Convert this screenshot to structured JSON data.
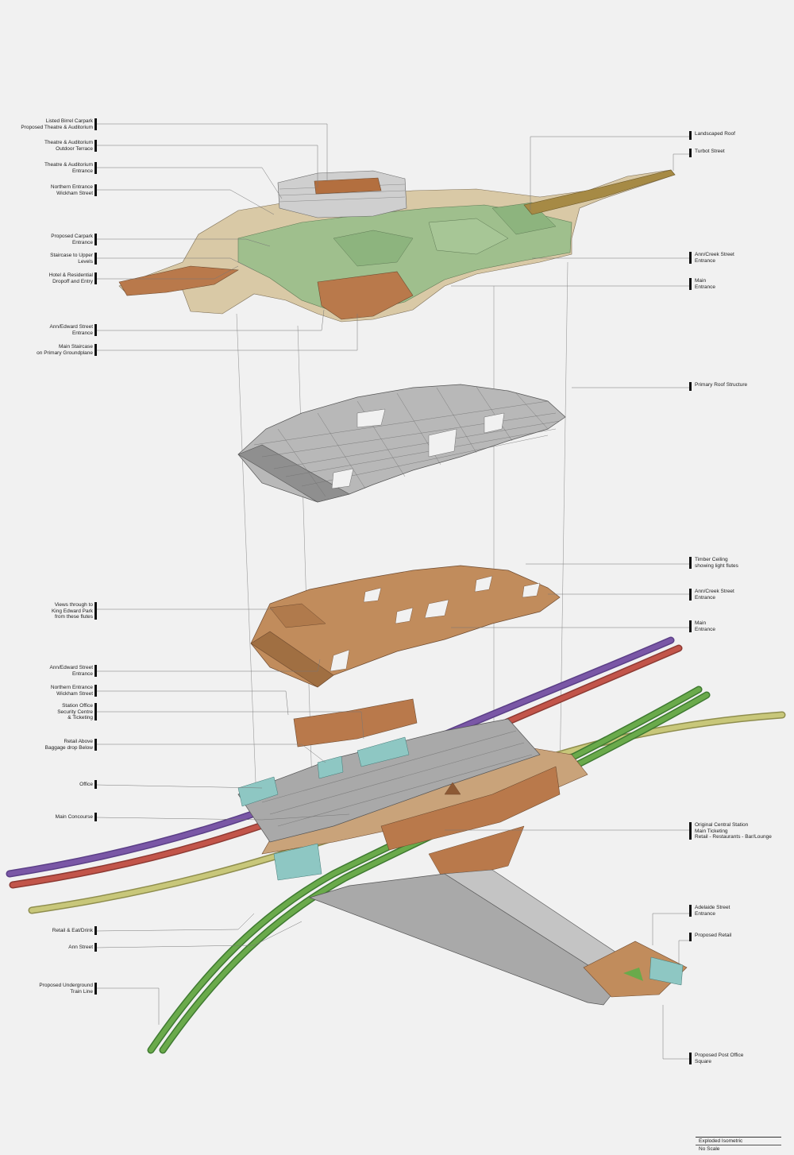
{
  "labels": {
    "birrel_carpark": [
      "Listed Birrel Carpark",
      "Proposed Theatre & Auditorium"
    ],
    "outdoor_terrace": [
      "Theatre & Auditorium",
      "Outdoor Terrace"
    ],
    "theatre_entrance": [
      "Theatre & Auditorium",
      "Entrance"
    ],
    "northern_entrance_top": [
      "Northern Entrance",
      "Wickham Street"
    ],
    "carpark_entrance": [
      "Proposed Carpark",
      "Entrance"
    ],
    "staircase_upper": [
      "Staircase to Upper",
      "Levels"
    ],
    "hotel_dropoff": [
      "Hotel & Residential",
      "Dropoff and Entry"
    ],
    "ann_edward_top": [
      "Ann/Edward Street",
      "Entrance"
    ],
    "main_staircase": [
      "Main Staircase",
      "on Primary Groundplane"
    ],
    "landscaped_roof": [
      "Landscaped Roof"
    ],
    "turbot_street": [
      "Turbot Street"
    ],
    "ann_creek_top": [
      "Ann/Creek Street",
      "Entrance"
    ],
    "main_entrance_top": [
      "Main",
      "Entrance"
    ],
    "primary_roof": [
      "Primary Roof Structure"
    ],
    "timber_ceiling": [
      "Timber Ceiling",
      "showing light flutes"
    ],
    "ann_creek_mid": [
      "Ann/Creek Street",
      "Entrance"
    ],
    "main_entrance_mid": [
      "Main",
      "Entrance"
    ],
    "views_through": [
      "Views through to",
      "King Edward Park",
      "from these flutes"
    ],
    "ann_edward_low": [
      "Ann/Edward Street",
      "Entrance"
    ],
    "northern_entrance_low": [
      "Northern Entrance",
      "Wickham Street"
    ],
    "station_office": [
      "Station Office",
      "Security Centre",
      "& Ticketing"
    ],
    "retail_above": [
      "Retail Above",
      "Baggage drop Below"
    ],
    "office": [
      "Office"
    ],
    "main_concourse": [
      "Main Concourse"
    ],
    "original_station": [
      "Original Central Station",
      "Main Ticketing",
      "Retail - Restaurants - Bar/Lounge"
    ],
    "adelaide_street": [
      "Adelaide Street",
      "Entrance"
    ],
    "proposed_retail": [
      "Proposed Retail"
    ],
    "retail_eat": [
      "Retail &  Eat/Drink"
    ],
    "ann_street": [
      "Ann Street"
    ],
    "underground_line": [
      "Proposed Underground",
      "Train Line"
    ],
    "post_office": [
      "Proposed Post Office",
      "Square"
    ]
  },
  "title_block": {
    "drawing_type": "Exploded Isometric",
    "scale": "No Scale"
  },
  "colors": {
    "background": "#f1f1f1",
    "landscape_green": "#9fbf8d",
    "roof_tan": "#d9c9a6",
    "timber_brown": "#c18c5c",
    "roof_structure_grey": "#9a9a9a",
    "concourse_grey": "#a9a9a9",
    "heritage_brown": "#b9794b",
    "rail_purple": "#7a57a6",
    "rail_red": "#c2554a",
    "rail_olive": "#c8c77a",
    "rail_green": "#6aaa4b",
    "glass_teal": "#8ec7c3"
  }
}
